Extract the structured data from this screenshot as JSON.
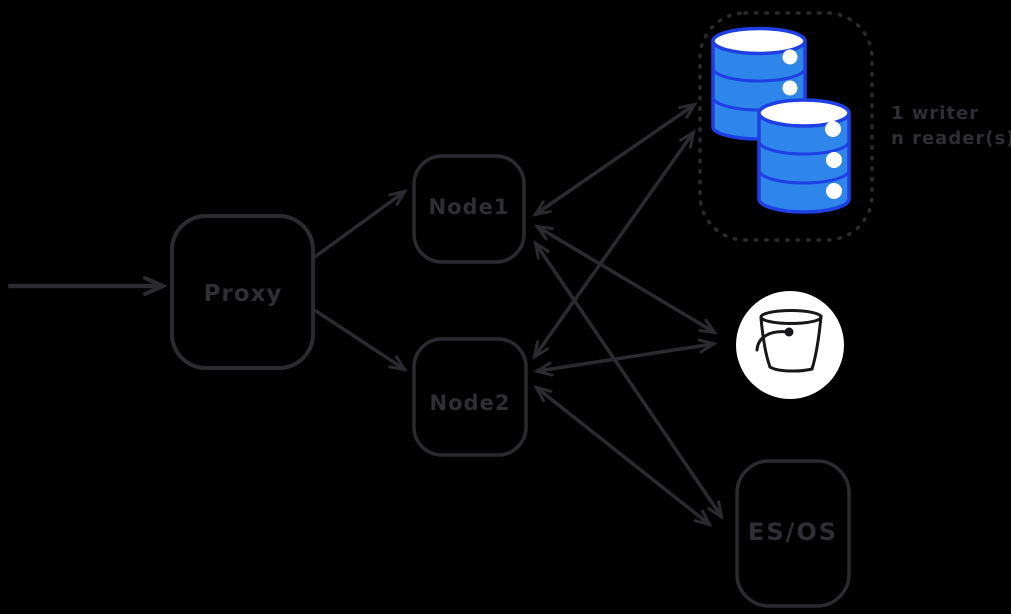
{
  "diagram_type": "architecture-diagram",
  "nodes": {
    "proxy": {
      "label": "Proxy"
    },
    "node1": {
      "label": "Node1"
    },
    "node2": {
      "label": "Node2"
    },
    "esos": {
      "label": "ES/OS"
    },
    "db_cluster": {
      "annotation_line1": "1 writer",
      "annotation_line2": "n reader(s)",
      "cylinder_count": 2,
      "border_style": "dotted"
    }
  },
  "icons": {
    "database": "database-cylinders-icon",
    "bucket": "bucket-icon"
  },
  "edges": [
    {
      "from": "external-input",
      "to": "proxy",
      "direction": "one-way"
    },
    {
      "from": "proxy",
      "to": "node1",
      "direction": "one-way"
    },
    {
      "from": "proxy",
      "to": "node2",
      "direction": "one-way"
    },
    {
      "from": "node1",
      "to": "db-cluster",
      "direction": "two-way"
    },
    {
      "from": "node2",
      "to": "db-cluster",
      "direction": "two-way"
    },
    {
      "from": "node1",
      "to": "bucket",
      "direction": "two-way"
    },
    {
      "from": "node2",
      "to": "bucket",
      "direction": "two-way"
    },
    {
      "from": "node1",
      "to": "es-os",
      "direction": "two-way"
    },
    {
      "from": "node2",
      "to": "es-os",
      "direction": "two-way"
    }
  ],
  "colors": {
    "background": "#000000",
    "stroke": "#2b2b2f",
    "text": "#2e2e33",
    "db_fill": "#2e86ea",
    "db_stroke": "#1e3fe3",
    "db_top": "#ffffff",
    "bucket_bg": "#ffffff",
    "bucket_stroke": "#17171a"
  }
}
